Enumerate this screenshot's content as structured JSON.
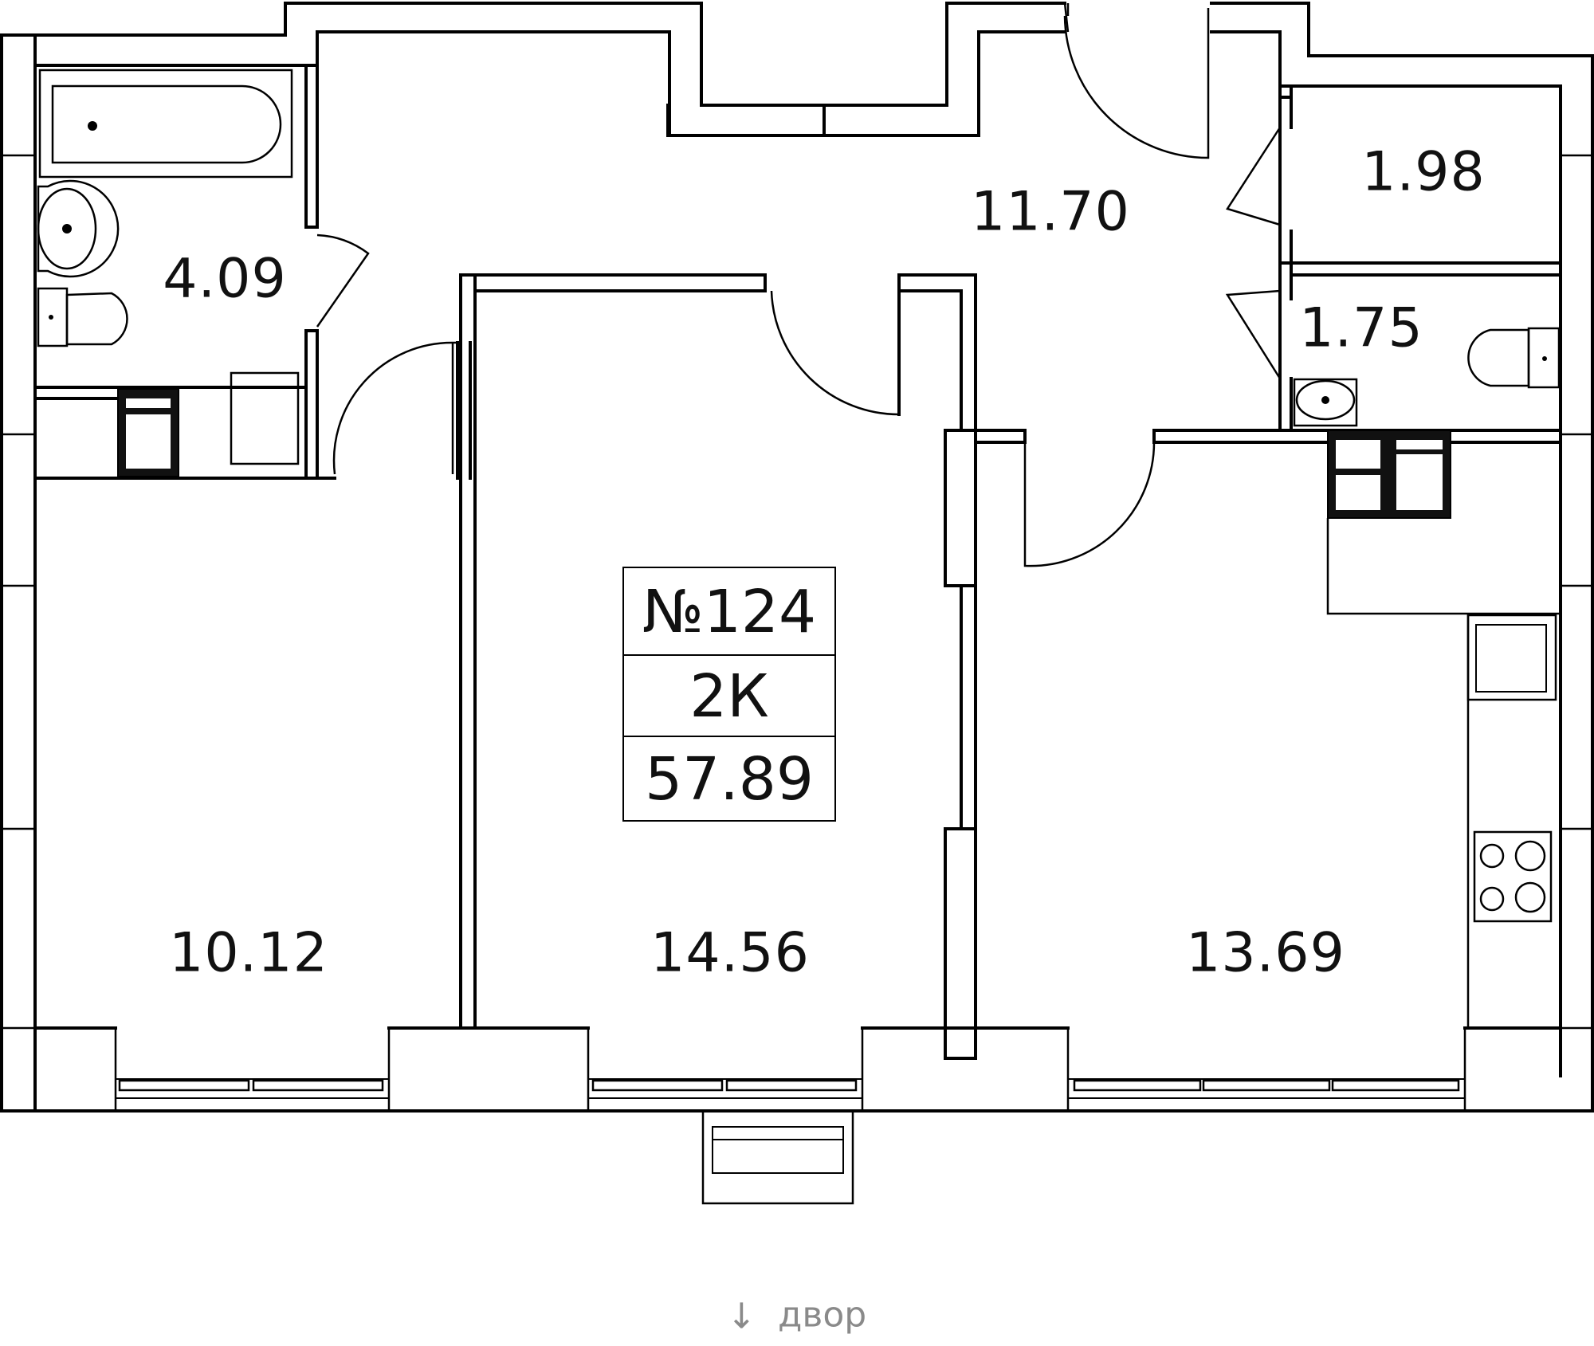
{
  "apartment": {
    "number": "№124",
    "type": "2К",
    "total_area": "57.89"
  },
  "rooms": [
    {
      "id": "bathroom",
      "area": "4.09"
    },
    {
      "id": "hallway",
      "area": "11.70"
    },
    {
      "id": "storage",
      "area": "1.98"
    },
    {
      "id": "wc",
      "area": "1.75"
    },
    {
      "id": "bedroom-left",
      "area": "10.12"
    },
    {
      "id": "bedroom-center",
      "area": "14.56"
    },
    {
      "id": "kitchen-living",
      "area": "13.69"
    }
  ],
  "orientation": {
    "arrow": "↓",
    "label": "двор"
  },
  "colors": {
    "walls": "#000000",
    "background": "#ffffff",
    "compass_text": "#8a8a8a"
  }
}
